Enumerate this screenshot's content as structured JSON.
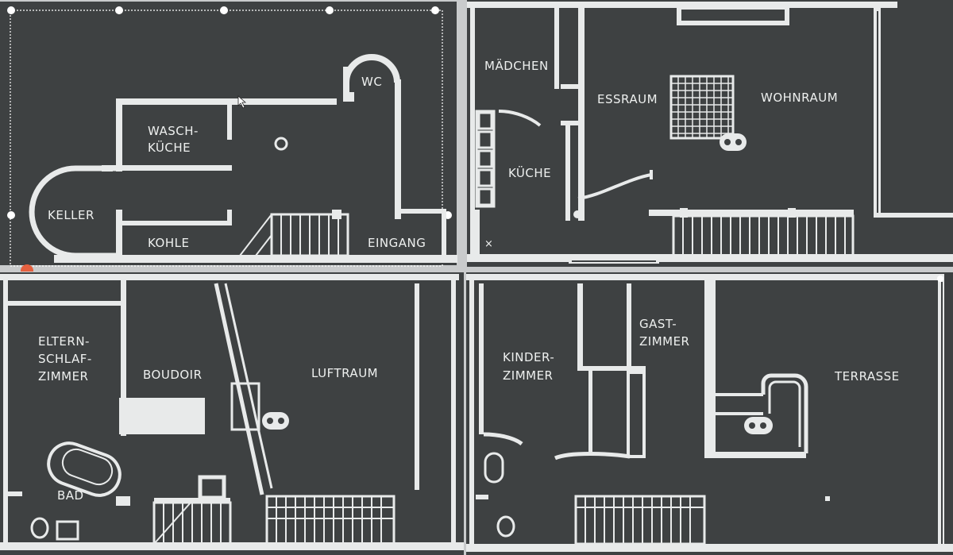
{
  "plans": {
    "ground_floor": {
      "rooms": {
        "wc": "WC",
        "waschkueche_1": "WASCH-",
        "waschkueche_2": "KÜCHE",
        "keller": "KELLER",
        "kohle": "KOHLE",
        "eingang": "EINGANG"
      }
    },
    "first_floor": {
      "rooms": {
        "maedchen": "MÄDCHEN",
        "essraum": "ESSRAUM",
        "wohnraum": "WOHNRAUM",
        "kueche": "KÜCHE",
        "x_mark": "×"
      }
    },
    "second_floor": {
      "rooms": {
        "eltern_1": "ELTERN-",
        "eltern_2": "SCHLAF-",
        "eltern_3": "ZIMMER",
        "boudoir": "BOUDOIR",
        "luftraum": "LUFTRAUM",
        "bad": "BAD"
      }
    },
    "third_floor": {
      "rooms": {
        "gast_1": "GAST-",
        "gast_2": "ZIMMER",
        "kinder_1": "KINDER-",
        "kinder_2": "ZIMMER",
        "terrasse": "TERRASSE"
      }
    }
  },
  "colors": {
    "slate": "#3e4142",
    "line": "#e8eaea",
    "frame": "#c9cbcc",
    "badge": "#e5603f"
  }
}
